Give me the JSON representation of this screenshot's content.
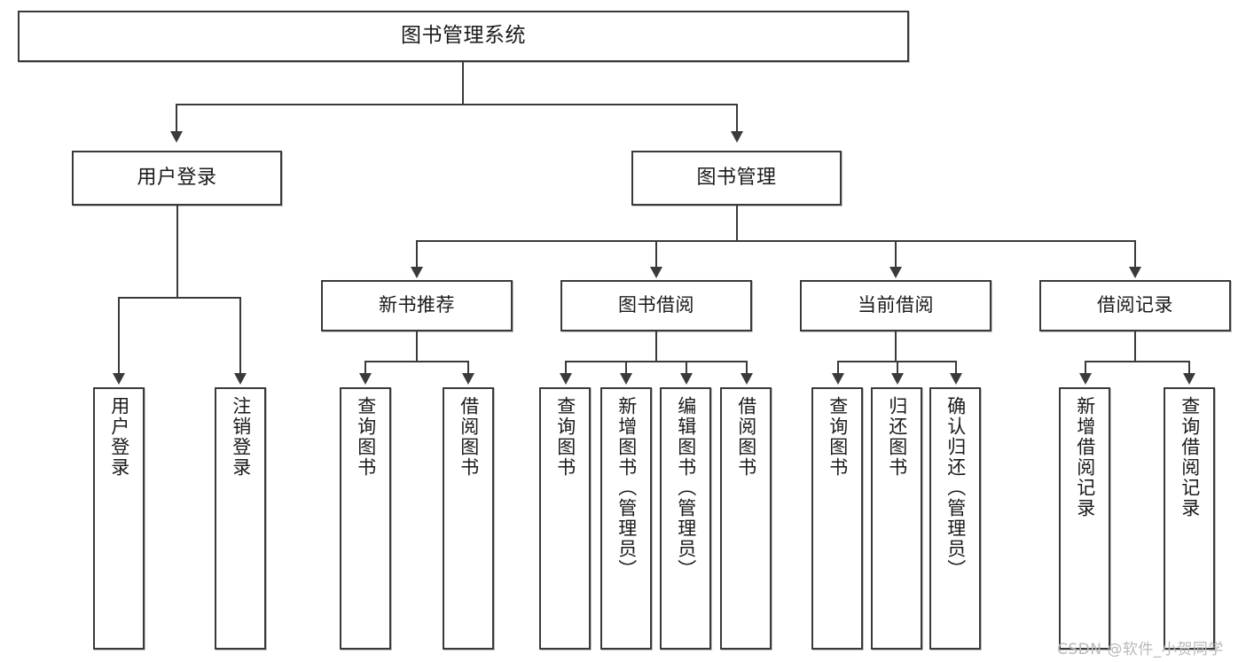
{
  "diagram": {
    "type": "tree-hierarchy",
    "title": "图书管理系统",
    "watermark": "CSDN @软件_小贺同学",
    "root": {
      "id": "root",
      "label": "图书管理系统"
    },
    "level2": [
      {
        "id": "user-login",
        "label": "用户登录"
      },
      {
        "id": "book-manage",
        "label": "图书管理"
      }
    ],
    "level3": [
      {
        "id": "new-book-recommend",
        "label": "新书推荐",
        "parent": "book-manage"
      },
      {
        "id": "book-borrow",
        "label": "图书借阅",
        "parent": "book-manage"
      },
      {
        "id": "current-borrow",
        "label": "当前借阅",
        "parent": "book-manage"
      },
      {
        "id": "borrow-record",
        "label": "借阅记录",
        "parent": "book-manage"
      }
    ],
    "leaves": {
      "user-login": [
        {
          "id": "leaf-user-login",
          "label": "用户登录"
        },
        {
          "id": "leaf-user-logout",
          "label": "注销登录"
        }
      ],
      "new-book-recommend": [
        {
          "id": "leaf-query-book-1",
          "label": "查询图书"
        },
        {
          "id": "leaf-borrow-book-1",
          "label": "借阅图书"
        }
      ],
      "book-borrow": [
        {
          "id": "leaf-query-book-2",
          "label": "查询图书"
        },
        {
          "id": "leaf-add-book",
          "label": "新增图书（管理员）"
        },
        {
          "id": "leaf-edit-book",
          "label": "编辑图书（管理员）"
        },
        {
          "id": "leaf-borrow-book-2",
          "label": "借阅图书"
        }
      ],
      "current-borrow": [
        {
          "id": "leaf-query-book-3",
          "label": "查询图书"
        },
        {
          "id": "leaf-return-book",
          "label": "归还图书"
        },
        {
          "id": "leaf-confirm-return",
          "label": "确认归还（管理员）"
        }
      ],
      "borrow-record": [
        {
          "id": "leaf-add-record",
          "label": "新增借阅记录"
        },
        {
          "id": "leaf-query-record",
          "label": "查询借阅记录"
        }
      ]
    },
    "colors": {
      "stroke": "#3a3a3a",
      "fill": "#ffffff",
      "text": "#1a1a1a",
      "watermark": "#b9b9b9"
    }
  }
}
